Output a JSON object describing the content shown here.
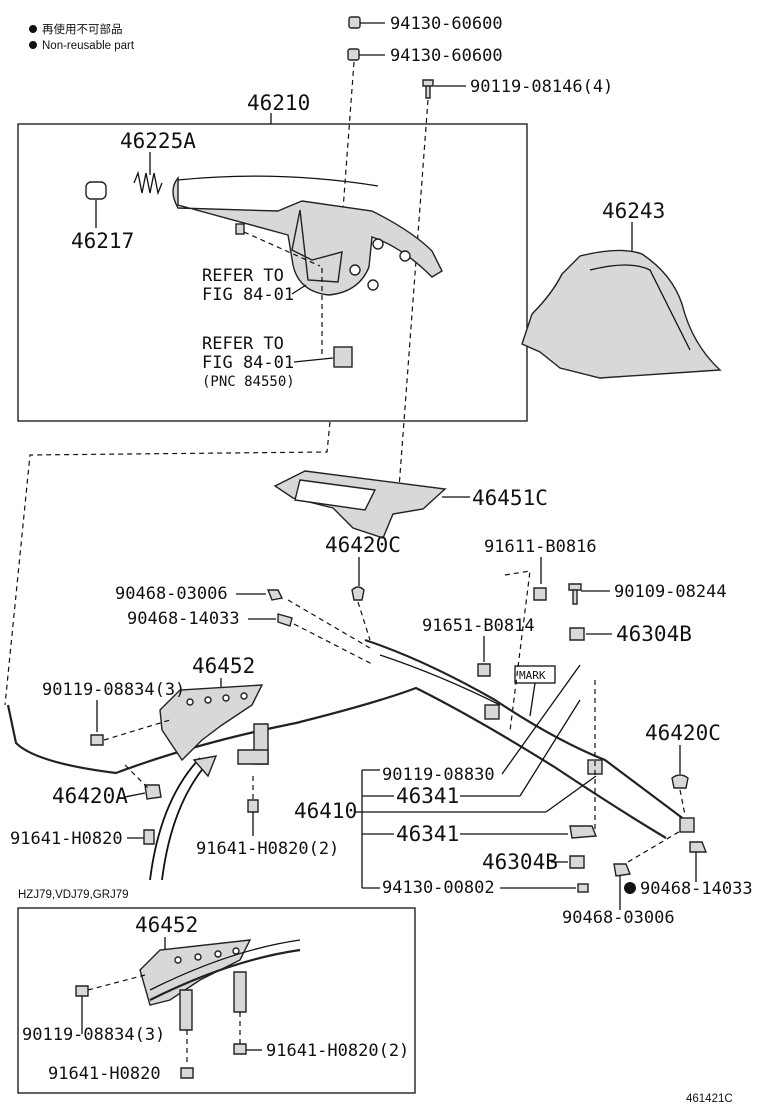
{
  "legend": {
    "reuse_ja": "再使用不可部品",
    "reuse_en": "Non-reusable part"
  },
  "parts": {
    "p94130_a": "94130-60600",
    "p94130_b": "94130-60600",
    "p90119_08146": "90119-08146(4)",
    "p46210": "46210",
    "p46225A": "46225A",
    "p46217": "46217",
    "refer1_a": "REFER TO",
    "refer1_b": "FIG 84-01",
    "refer2_a": "REFER TO",
    "refer2_b": "FIG 84-01",
    "refer2_c": "(PNC 84550)",
    "p46243": "46243",
    "p46451C": "46451C",
    "p46420C_a": "46420C",
    "p91611": "91611-B0816",
    "p90468_03006_a": "90468-03006",
    "p90109": "90109-08244",
    "p90468_14033_a": "90468-14033",
    "p91651": "91651-B0814",
    "p46304B_a": "46304B",
    "p46452_a": "46452",
    "mark": "MARK",
    "p90119_08834_a": "90119-08834(3)",
    "p46420C_b": "46420C",
    "p90119_08830": "90119-08830",
    "p46420A": "46420A",
    "p46410": "46410",
    "p46341_a": "46341",
    "p91641_a": "91641-H0820",
    "p91641_b": "91641-H0820(2)",
    "p46341_b": "46341",
    "p46304B_b": "46304B",
    "p94130_00802": "94130-00802",
    "p90468_14033_b": "90468-14033",
    "p90468_03006_b": "90468-03006",
    "variant": "HZJ79,VDJ79,GRJ79",
    "p46452_b": "46452",
    "p90119_08834_b": "90119-08834(3)",
    "p91641_c": "91641-H0820(2)",
    "p91641_d": "91641-H0820"
  },
  "figure_id": "461421C"
}
